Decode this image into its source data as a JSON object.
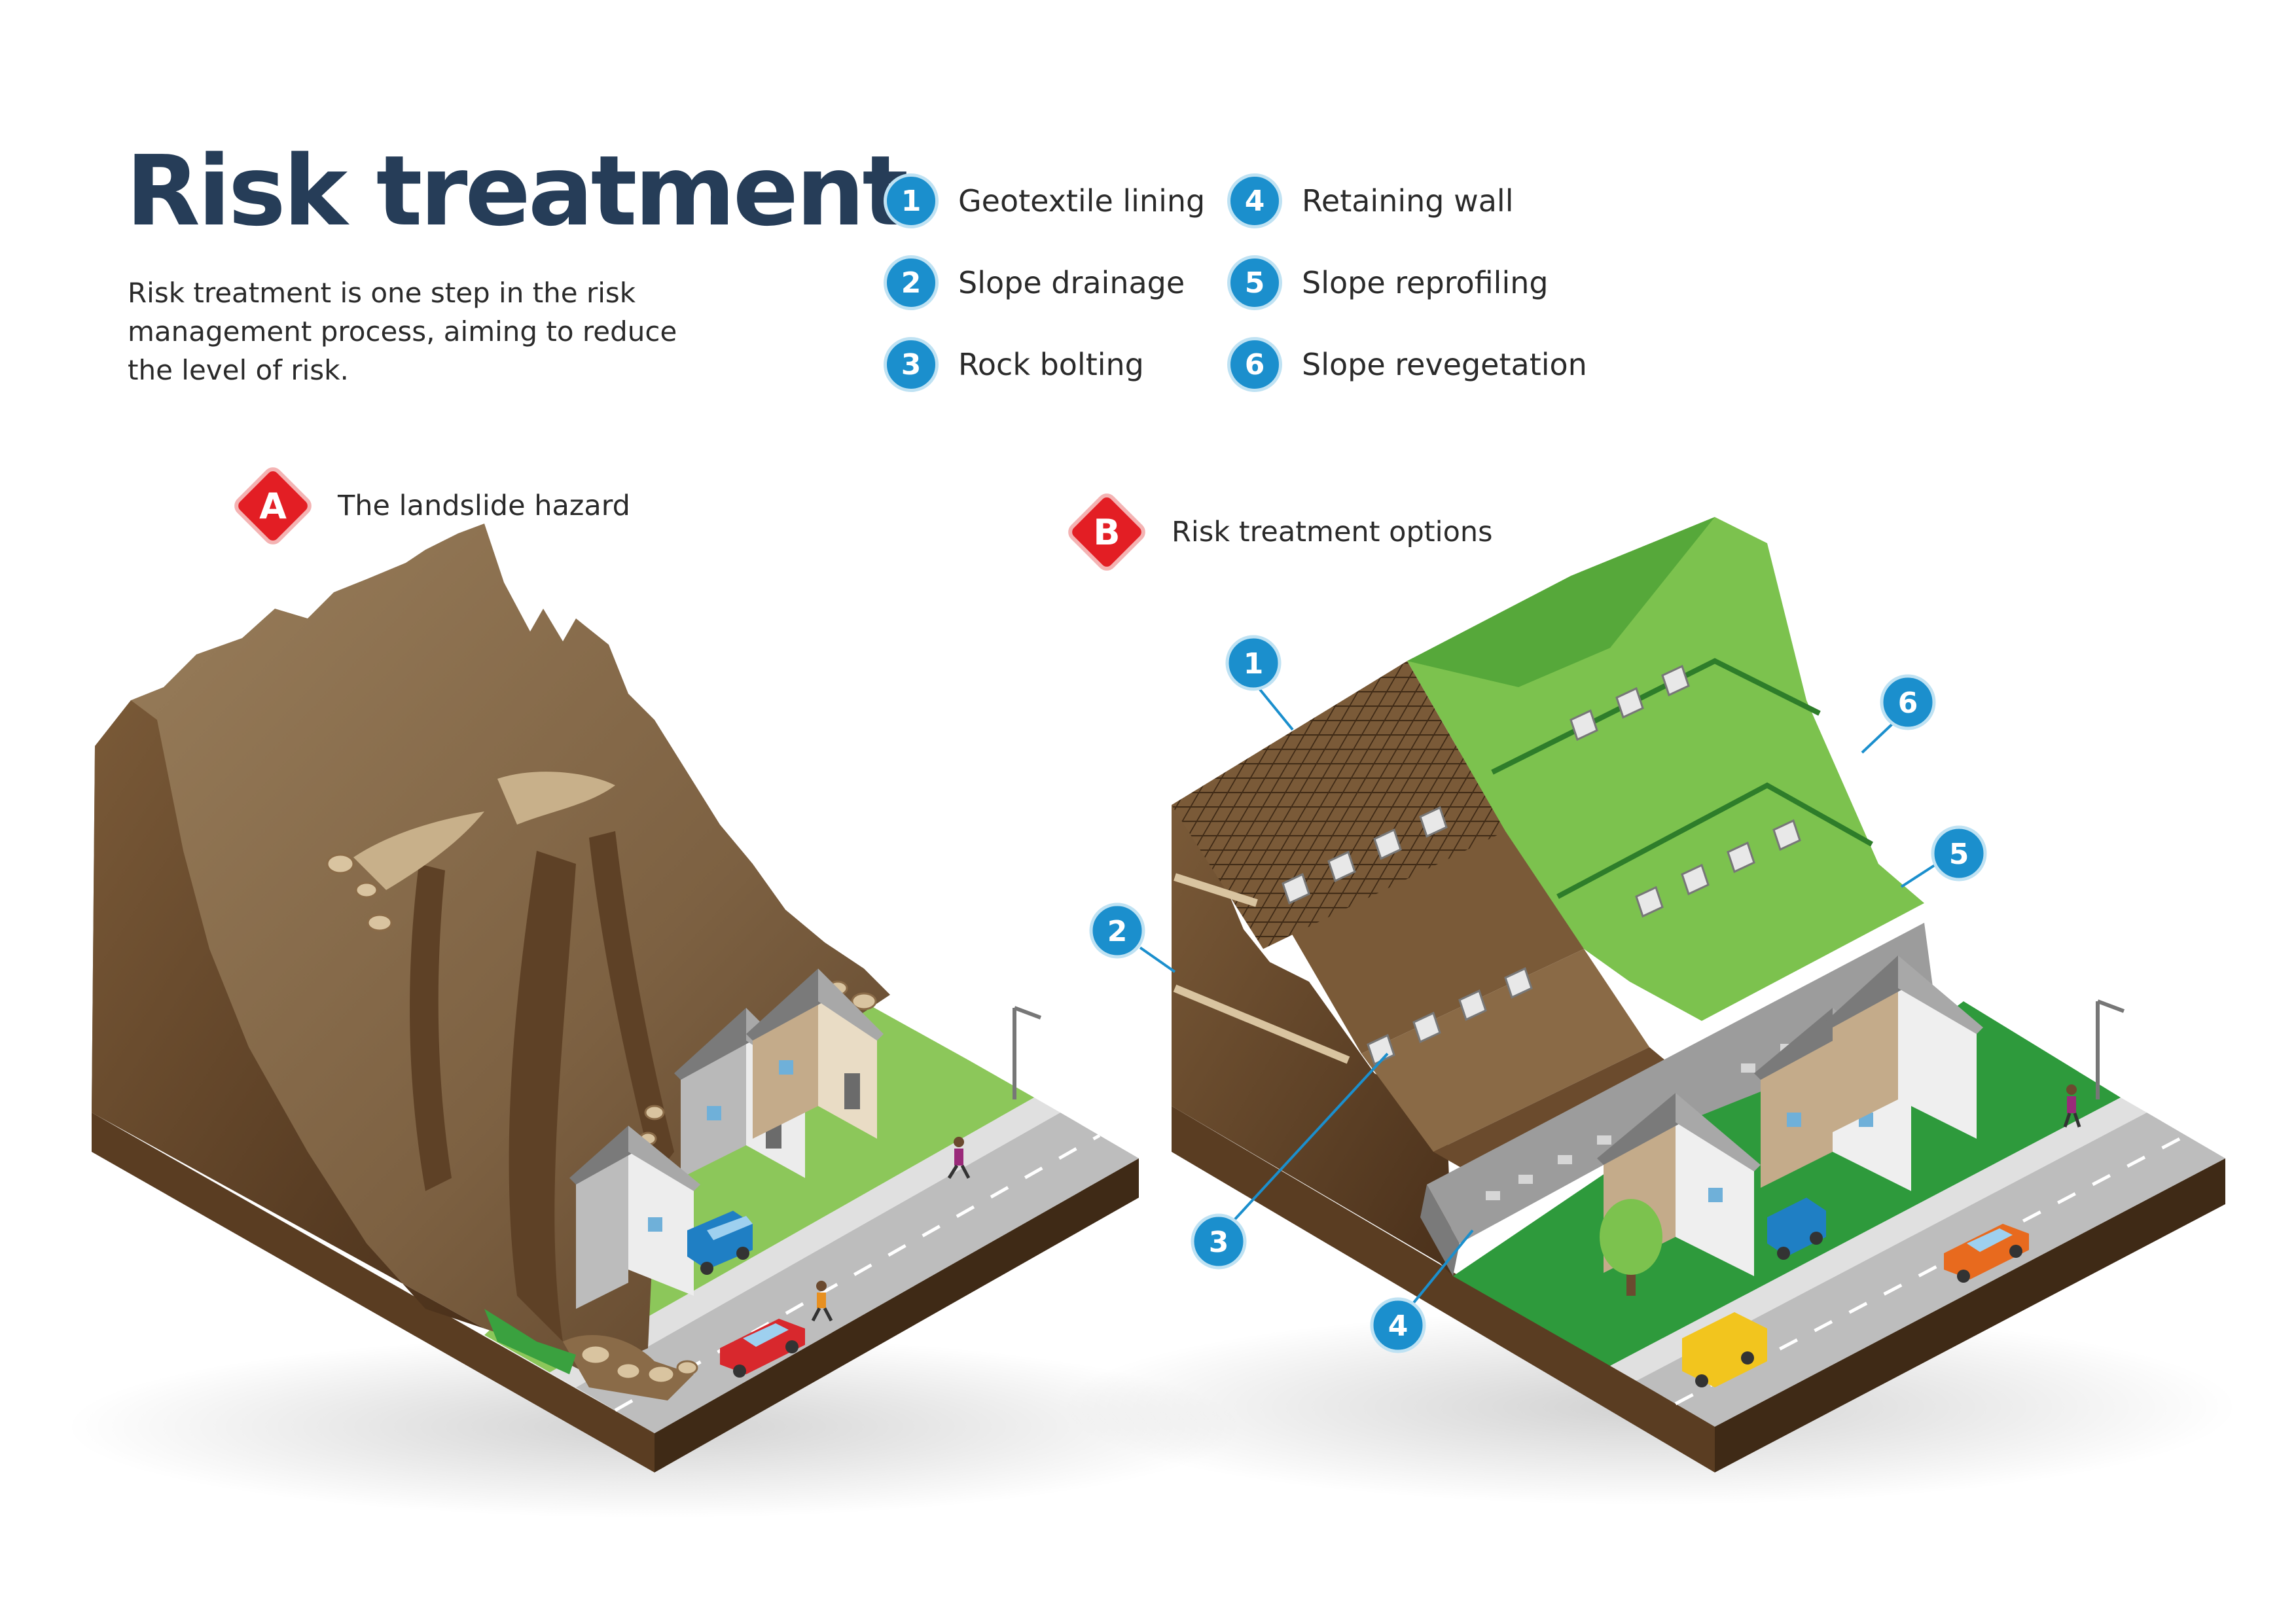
{
  "title": "Risk treatment",
  "intro": "Risk treatment is one step in the risk management process, aiming to reduce the level of risk.",
  "legend": [
    {
      "num": "1",
      "label": "Geotextile lining"
    },
    {
      "num": "2",
      "label": "Slope drainage"
    },
    {
      "num": "3",
      "label": "Rock bolting"
    },
    {
      "num": "4",
      "label": "Retaining wall"
    },
    {
      "num": "5",
      "label": "Slope reprofiling"
    },
    {
      "num": "6",
      "label": "Slope revegetation"
    }
  ],
  "panel_a": {
    "letter": "A",
    "label": "The landslide hazard"
  },
  "panel_b": {
    "letter": "B",
    "label": "Risk treatment options"
  },
  "callouts": [
    "1",
    "2",
    "3",
    "4",
    "5",
    "6"
  ],
  "colors": {
    "title": "#263d58",
    "badge_blue": "#1b8fcd",
    "badge_red": "#e31e24",
    "soil_dark": "#5a3d22",
    "soil_mid": "#7a5a38",
    "grass": "#2f9e3f",
    "grass_light": "#7cc24e",
    "road": "#b8b8b8"
  }
}
